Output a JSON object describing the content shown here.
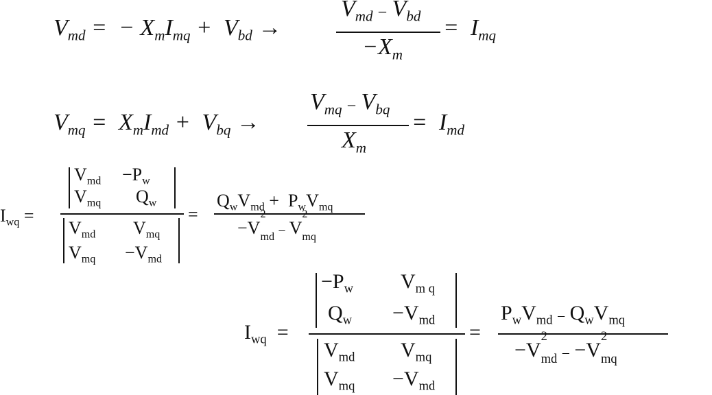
{
  "equations": {
    "eq1": {
      "lhs": "V_md = − X_m I_mq + V_bd →",
      "numerator": "V_md − V_bd",
      "denominator": "−X_m",
      "rhs": "= I_mq"
    },
    "eq2": {
      "lhs": "V_mq = X_m I_md + V_bq →",
      "numerator": "V_mq − V_bq",
      "denominator": "X_m",
      "rhs": "= I_md"
    },
    "eq3": {
      "lhs": "I_wq =",
      "num_det": [
        [
          "V_md",
          "−P_w"
        ],
        [
          "V_mq",
          "Q_w"
        ]
      ],
      "den_det": [
        [
          "V_md",
          "V_mq"
        ],
        [
          "V_mq",
          "−V_md"
        ]
      ],
      "frac_num": "Q_w V_md + P_w V_mq",
      "frac_den": "−V_md^2 − V_mq^2"
    },
    "eq4": {
      "lhs": "I_wq =",
      "num_det": [
        [
          "−P_w",
          "V_m q"
        ],
        [
          "Q_w",
          "−V_md"
        ]
      ],
      "den_det": [
        [
          "V_md",
          "V_mq"
        ],
        [
          "V_mq",
          "−V_md"
        ]
      ],
      "frac_num": "P_w V_md − Q_w V_mq",
      "frac_den": "−V_md^2 − −V_mq^2"
    }
  }
}
